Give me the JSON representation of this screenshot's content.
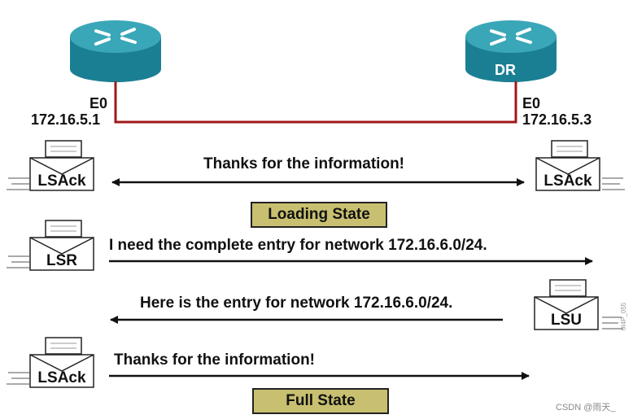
{
  "routers": {
    "left": {
      "interface": "E0",
      "ip": "172.16.5.1",
      "label": ""
    },
    "right": {
      "interface": "E0",
      "ip": "172.16.5.3",
      "label": "DR"
    }
  },
  "exchanges": [
    {
      "packet_left": "LSAck",
      "packet_right": "LSAck",
      "text": "Thanks for the information!"
    },
    {
      "packet_left": "LSR",
      "text": "I need the complete entry for network 172.16.6.0/24."
    },
    {
      "packet_right": "LSU",
      "text": "Here is the entry for network 172.16.6.0/24."
    },
    {
      "packet_left": "LSAck",
      "text": "Thanks for the information!"
    }
  ],
  "states": {
    "loading": "Loading State",
    "full": "Full State"
  },
  "figure_id": "0I4P_055",
  "watermark": "CSDN @雨天_",
  "colors": {
    "link": "#a01818",
    "router_top": "#3aa7b8",
    "router_body": "#1b7f93",
    "state_fill": "#c8c070"
  }
}
